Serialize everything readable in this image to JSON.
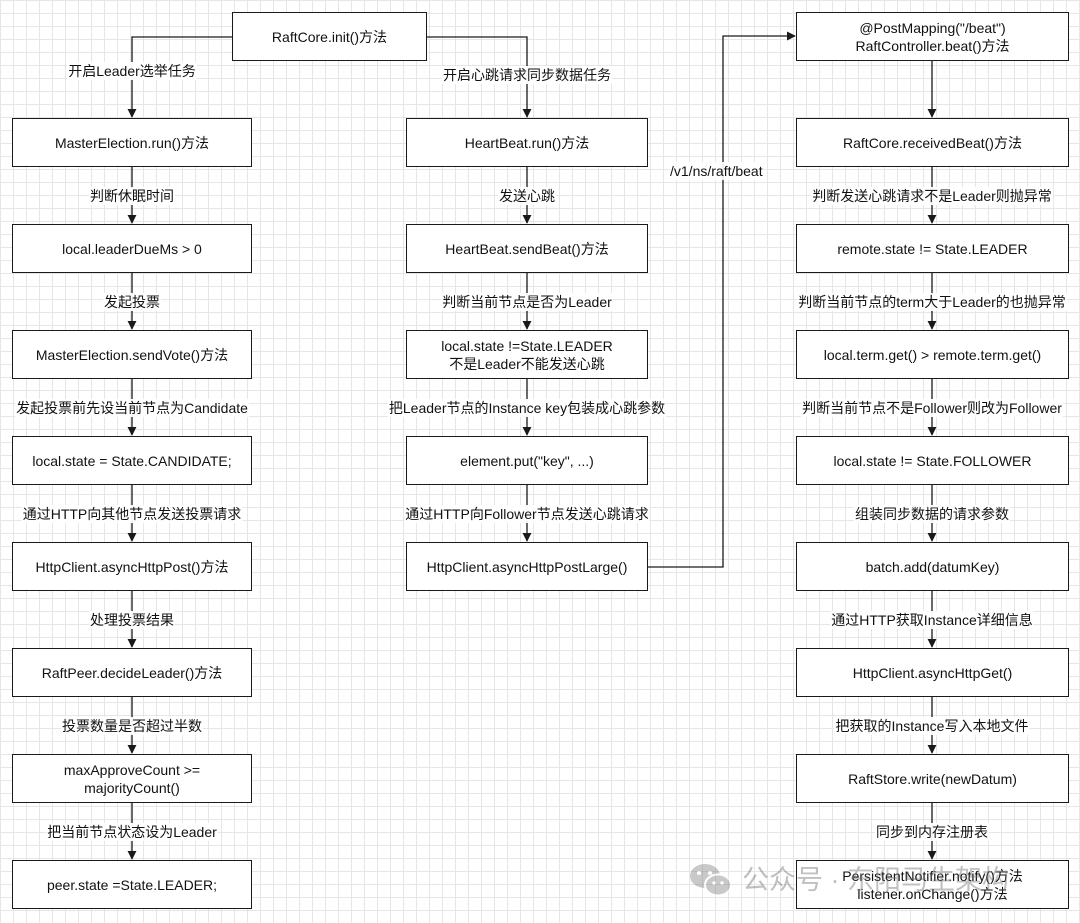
{
  "columns": [
    {
      "nodes": [
        {
          "id": "raftcore-init",
          "lines": [
            "RaftCore.init()方法"
          ]
        },
        {
          "id": "masterelection-run",
          "lines": [
            "MasterElection.run()方法"
          ]
        },
        {
          "id": "leader-due-ms",
          "lines": [
            "local.leaderDueMs > 0"
          ]
        },
        {
          "id": "send-vote",
          "lines": [
            "MasterElection.sendVote()方法"
          ]
        },
        {
          "id": "state-candidate",
          "lines": [
            "local.state = State.CANDIDATE;"
          ]
        },
        {
          "id": "async-http-post",
          "lines": [
            "HttpClient.asyncHttpPost()方法"
          ]
        },
        {
          "id": "decide-leader",
          "lines": [
            "RaftPeer.decideLeader()方法"
          ]
        },
        {
          "id": "majority-count",
          "lines": [
            "maxApproveCount >=",
            "majorityCount()"
          ]
        },
        {
          "id": "peer-state-leader",
          "lines": [
            "peer.state =State.LEADER;"
          ]
        }
      ],
      "edge_labels": [
        "开启Leader选举任务",
        "判断休眠时间",
        "发起投票",
        "发起投票前先设当前节点为Candidate",
        "通过HTTP向其他节点发送投票请求",
        "处理投票结果",
        "投票数量是否超过半数",
        "把当前节点状态设为Leader"
      ]
    },
    {
      "nodes": [
        {
          "id": "heartbeat-run",
          "lines": [
            "HeartBeat.run()方法"
          ]
        },
        {
          "id": "heartbeat-sendbeat",
          "lines": [
            "HeartBeat.sendBeat()方法"
          ]
        },
        {
          "id": "state-not-leader",
          "lines": [
            "local.state !=State.LEADER",
            "不是Leader不能发送心跳"
          ]
        },
        {
          "id": "element-put",
          "lines": [
            "element.put(\"key\", ...)"
          ]
        },
        {
          "id": "async-http-post-large",
          "lines": [
            "HttpClient.asyncHttpPostLarge()"
          ]
        }
      ],
      "edge_labels": [
        "开启心跳请求同步数据任务",
        "发送心跳",
        "判断当前节点是否为Leader",
        "把Leader节点的Instance key包装成心跳参数",
        "通过HTTP向Follower节点发送心跳请求"
      ]
    },
    {
      "nodes": [
        {
          "id": "raftcontroller-beat",
          "lines": [
            "@PostMapping(\"/beat\")",
            "RaftController.beat()方法"
          ]
        },
        {
          "id": "received-beat",
          "lines": [
            "RaftCore.receivedBeat()方法"
          ]
        },
        {
          "id": "remote-state-leader",
          "lines": [
            "remote.state != State.LEADER"
          ]
        },
        {
          "id": "term-compare",
          "lines": [
            "local.term.get() > remote.term.get()"
          ]
        },
        {
          "id": "state-follower",
          "lines": [
            "local.state != State.FOLLOWER"
          ]
        },
        {
          "id": "batch-add",
          "lines": [
            "batch.add(datumKey)"
          ]
        },
        {
          "id": "async-http-get",
          "lines": [
            "HttpClient.asyncHttpGet()"
          ]
        },
        {
          "id": "raftstore-write",
          "lines": [
            "RaftStore.write(newDatum)"
          ]
        },
        {
          "id": "notifier-notify",
          "lines": [
            "PersistentNotifier.notify()方法",
            "listener.onChange()方法"
          ]
        }
      ],
      "edge_labels": [
        "判断发送心跳请求不是Leader则抛异常",
        "判断当前节点的term大于Leader的也抛异常",
        "判断当前节点不是Follower则改为Follower",
        "组装同步数据的请求参数",
        "通过HTTP获取Instance详细信息",
        "把获取的Instance写入本地文件",
        "同步到内存注册表"
      ]
    }
  ],
  "route_label": "/v1/ns/raft/beat",
  "watermark": "公众号 · 东阳马生架构",
  "colors": {
    "stroke": "#1a1a1a",
    "fill": "#ffffff",
    "grid": "#e6e6e6"
  }
}
